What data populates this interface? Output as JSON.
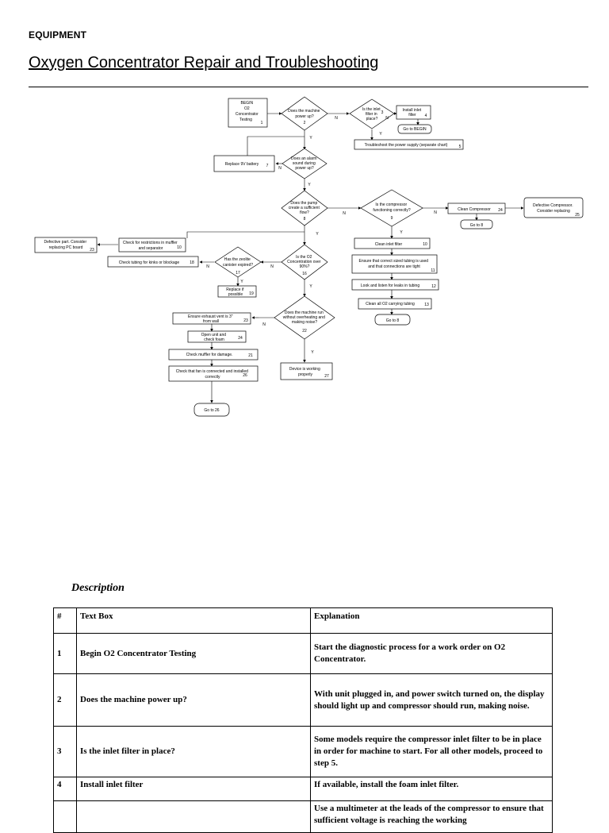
{
  "header": {
    "section": "EQUIPMENT",
    "title": "Oxygen Concentrator Repair and Troubleshooting"
  },
  "flowchart": {
    "nodes": {
      "begin": [
        "BEGIN",
        "O2",
        "Concentrator",
        "Testing"
      ],
      "begin_num": "1",
      "q_power": [
        "Does the machine",
        "power up?"
      ],
      "q_power_num": "2",
      "q_inlet": [
        "Is the inlet",
        "filter in",
        "place?"
      ],
      "q_inlet_num": "3",
      "install_inlet": [
        "Install inlet",
        "filter"
      ],
      "install_inlet_num": "4",
      "goto_begin": "Go to BEGIN",
      "troubleshoot_power": "Troubleshoot the power supply (separate chart)",
      "troubleshoot_power_num": "5",
      "replace_battery": "Replace 9V battery",
      "replace_battery_num": "7",
      "q_alarm": [
        "Does an alarm",
        "sound during",
        "power up?"
      ],
      "q_flow": [
        "Does the pump",
        "create a sufficient",
        "flow?"
      ],
      "q_flow_num": "8",
      "q_compressor": [
        "Is the compressor",
        "functioning correctly?"
      ],
      "q_compressor_num": "9",
      "clean_compressor": "Clean Compressor",
      "clean_compressor_num": "24",
      "defective_compressor": [
        "Defective Compressor.",
        "Consider replacing"
      ],
      "defective_compressor_num": "25",
      "goto_8": "Go to 8",
      "defective_pc": [
        "Defective part. Consider",
        "replacing PC board"
      ],
      "defective_pc_num": "23",
      "check_restrictions": [
        "Check for restrictions in muffler",
        "and separator"
      ],
      "check_restrictions_num": "10",
      "check_tubing": "Check tubing for kinks or blockage",
      "check_tubing_num": "18",
      "q_sieve": [
        "Has the zeolite",
        "canister expired?"
      ],
      "q_sieve_num": "17",
      "q_concentration": [
        "Is the O2",
        "Concentration over",
        "90%?"
      ],
      "q_concentration_num": "16",
      "replace_possible": [
        "Replace if",
        "possible"
      ],
      "replace_possible_num": "19",
      "clean_inlet": "Clean inlet filter",
      "clean_inlet_num": "10",
      "ensure_tubing": [
        "Ensure that correct sized tubing is used",
        "and that connections are tight"
      ],
      "ensure_tubing_num": "11",
      "leak_listen": "Look and listen for leaks in tubing",
      "leak_listen_num": "12",
      "clean_o2_tubing": "Clean all O2 carrying tubing",
      "clean_o2_tubing_num": "13",
      "goto_8b": "Go to 8",
      "q_overheating": [
        "Does the machine run",
        "without overheating and",
        "making noise?"
      ],
      "q_overheating_num": "22",
      "ensure_exhaust": [
        "Ensure exhaust vent is 3\"",
        "from wall"
      ],
      "ensure_exhaust_num": "23",
      "open_unit": [
        "Open unit and",
        "check foam"
      ],
      "open_unit_num": "24",
      "check_muffler": "Check muffler for damage.",
      "check_muffler_num": "21",
      "check_fan": [
        "Check that fan is connected and installed",
        "correctly"
      ],
      "check_fan_num": "26",
      "goto_26": "Go to 26",
      "device_ok": [
        "Device is working",
        "properly"
      ],
      "device_ok_num": "27"
    },
    "labels": {
      "yes": "Y",
      "no": "N"
    }
  },
  "description": {
    "heading": "Description",
    "columns": [
      "#",
      "Text Box",
      "Explanation"
    ],
    "rows": [
      {
        "num": "1",
        "text": "Begin O2 Concentrator Testing",
        "explanation": "Start the diagnostic process for a work order on O2 Concentrator."
      },
      {
        "num": "2",
        "text": "Does the machine power up?",
        "explanation": "With unit plugged in, and power switch turned on, the display should light up and compressor should run, making noise."
      },
      {
        "num": "3",
        "text": "Is the inlet filter in place?",
        "explanation": "Some models require the compressor inlet filter to be in place in order for machine to start. For all other models, proceed to step 5."
      },
      {
        "num": "4",
        "text": "Install inlet filter",
        "explanation": "If available, install the foam inlet filter."
      },
      {
        "num": "",
        "text": "",
        "explanation": "Use a multimeter at the leads of the compressor to ensure that sufficient voltage is reaching the working"
      }
    ]
  }
}
